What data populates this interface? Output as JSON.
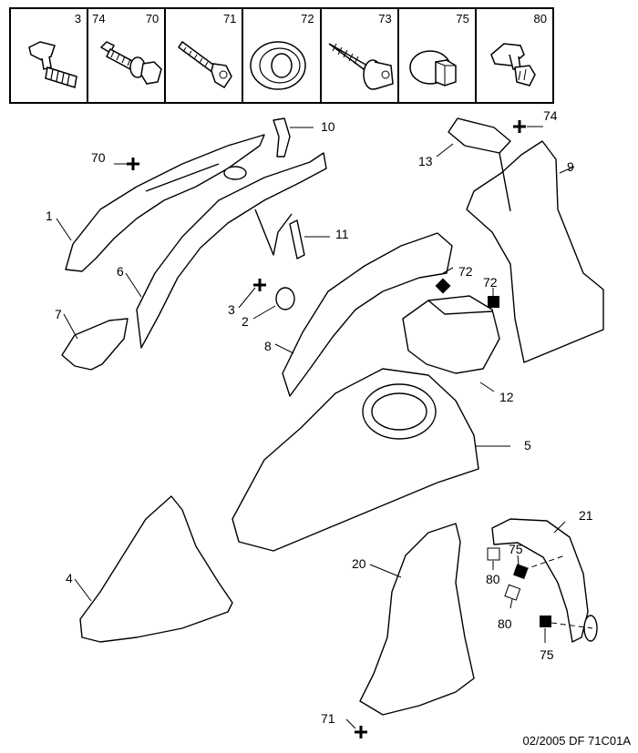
{
  "legend": [
    {
      "ref": "3",
      "icon": "bolt-icon"
    },
    {
      "ref_left": "74",
      "ref_right": "70",
      "icon": "bolt-washer-nut-icon"
    },
    {
      "ref": "71",
      "icon": "screw-icon"
    },
    {
      "ref": "72",
      "icon": "grommet-icon"
    },
    {
      "ref": "73",
      "icon": "tapping-screw-icon"
    },
    {
      "ref": "75",
      "icon": "nut-icon"
    },
    {
      "ref": "80",
      "icon": "clip-icon"
    }
  ],
  "callouts": {
    "c74": "74",
    "c13": "13",
    "c9": "9",
    "c10": "10",
    "c70": "70",
    "c1": "1",
    "c11": "11",
    "c6": "6",
    "c72a": "72",
    "c72b": "72",
    "c3": "3",
    "c2": "2",
    "c7": "7",
    "c8": "8",
    "c12": "12",
    "c5": "5",
    "c21": "21",
    "c4": "4",
    "c20": "20",
    "c75a": "75",
    "c80a": "80",
    "c80b": "80",
    "c75b": "75",
    "c71": "71"
  },
  "footer": "02/2005  DF 71C01A"
}
